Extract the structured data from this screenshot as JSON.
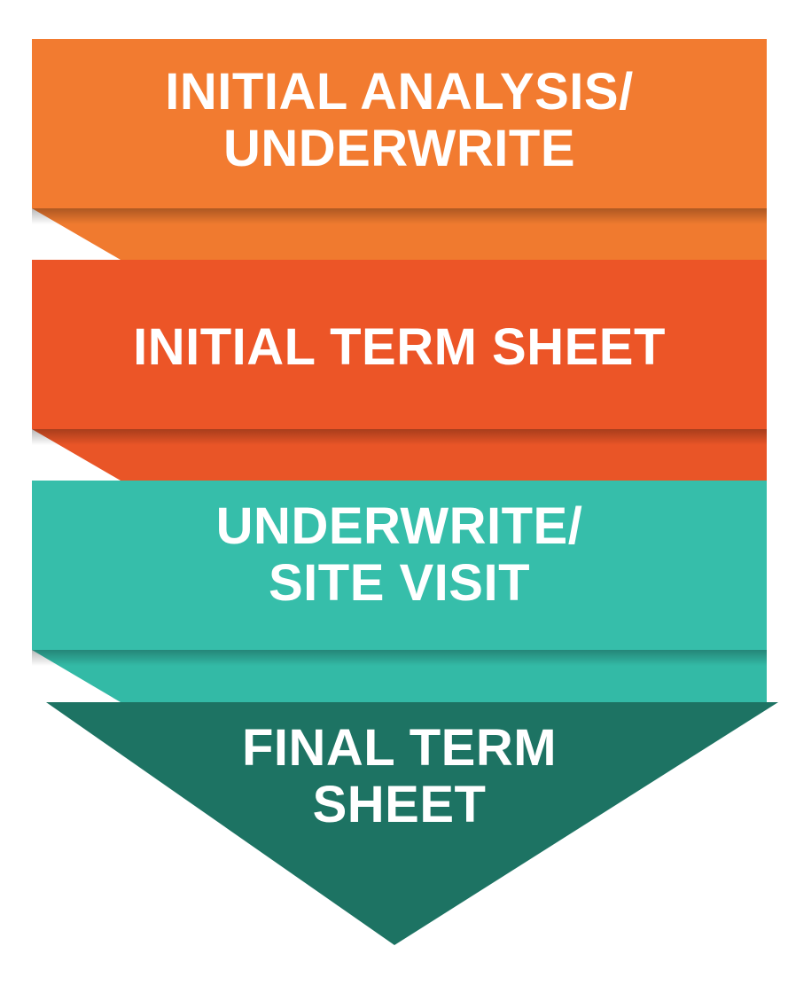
{
  "steps": [
    {
      "line1": "INITIAL ANALYSIS/",
      "line2": "UNDERWRITE",
      "color": "#F27B30",
      "fold_color": "#F07A2F"
    },
    {
      "line1": "INITIAL TERM SHEET",
      "line2": "",
      "color": "#EC5527",
      "fold_color": "#E95527"
    },
    {
      "line1": "UNDERWRITE/",
      "line2": "SITE VISIT",
      "color": "#36BEAA",
      "fold_color": "#33BAA6"
    },
    {
      "line1": "FINAL TERM",
      "line2": "SHEET",
      "color": "#1D7363"
    }
  ]
}
